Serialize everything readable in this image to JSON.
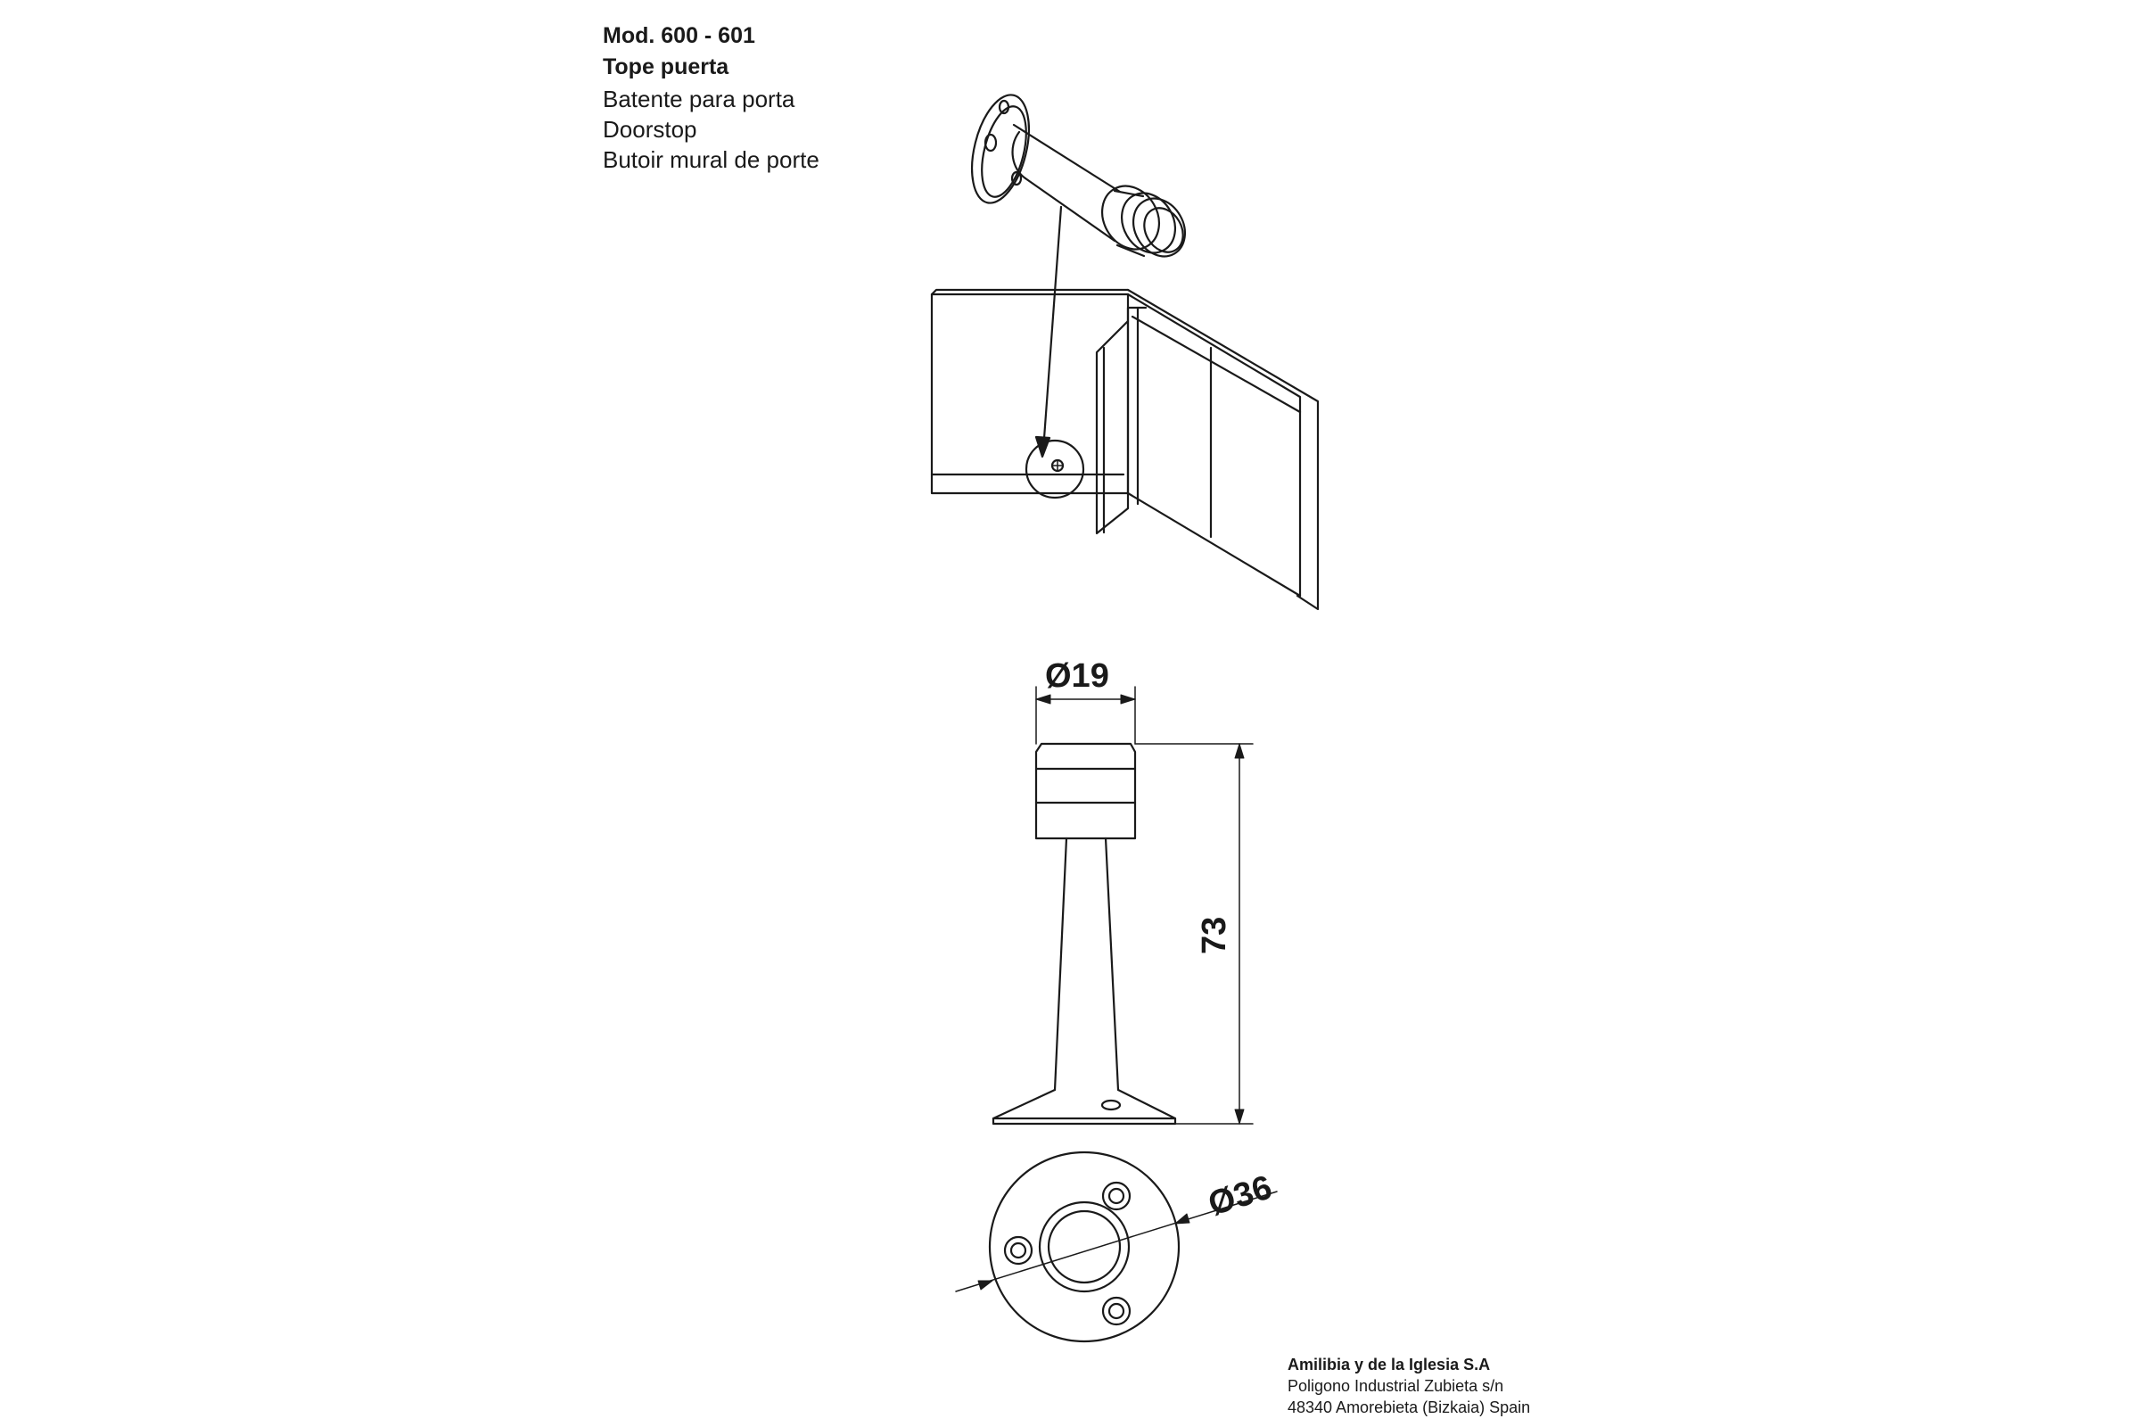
{
  "header": {
    "model": "Mod. 600 - 601",
    "name_es": "Tope puerta",
    "name_pt": "Batente para porta",
    "name_en": "Doorstop",
    "name_fr": "Butoir mural de porte"
  },
  "dimensions": {
    "head_diameter": "Ø19",
    "height": "73",
    "base_diameter": "Ø36"
  },
  "company": {
    "name": "Amilibia y de la Iglesia S.A",
    "address_line1": "Poligono Industrial Zubieta s/n",
    "address_line2": "48340 Amorebieta (Bizkaia) Spain"
  }
}
